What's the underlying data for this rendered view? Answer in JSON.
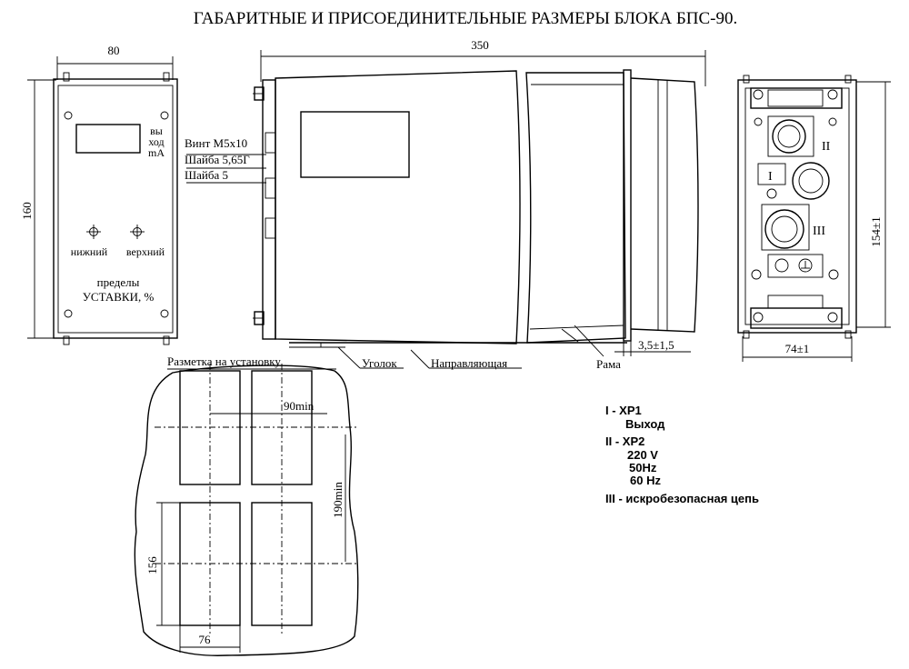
{
  "title": "ГАБАРИТНЫЕ И ПРИСОЕДИНИТЕЛЬНЫЕ РАЗМЕРЫ БЛОКА БПС-90.",
  "front_view": {
    "dim_width": "80",
    "dim_height": "160",
    "output_label": [
      "вы",
      "ход",
      "mA"
    ],
    "knob_low": "нижний",
    "knob_high": "верхний",
    "limits_label": [
      "пределы",
      "УСТАВКИ, %"
    ]
  },
  "side_view": {
    "dim_length": "350",
    "callouts": [
      "Винт M5x10",
      "Шайба 5,65Г",
      "Шайба 5"
    ],
    "corner_label": "Уголок",
    "guide_label": "Направляющая",
    "frame_label": "Рама",
    "gap_dim": "3,5±1,5"
  },
  "rear_view": {
    "dim_height": "154±1",
    "dim_width": "74±1",
    "connector_marks": [
      "I",
      "II",
      "III"
    ]
  },
  "cutout": {
    "title": "Разметка на установку",
    "dim_spacing_x": "90min",
    "dim_spacing_y": "190min",
    "dim_cut_height": "156",
    "dim_cut_width": "76"
  },
  "legend": [
    {
      "line1": "I - XP1",
      "sub": [
        "Выход"
      ]
    },
    {
      "line1": "II - XP2",
      "sub": [
        "220 V",
        "50Hz",
        "60 Hz"
      ]
    },
    {
      "line1": "III - искробезопасная цепь",
      "sub": []
    }
  ]
}
